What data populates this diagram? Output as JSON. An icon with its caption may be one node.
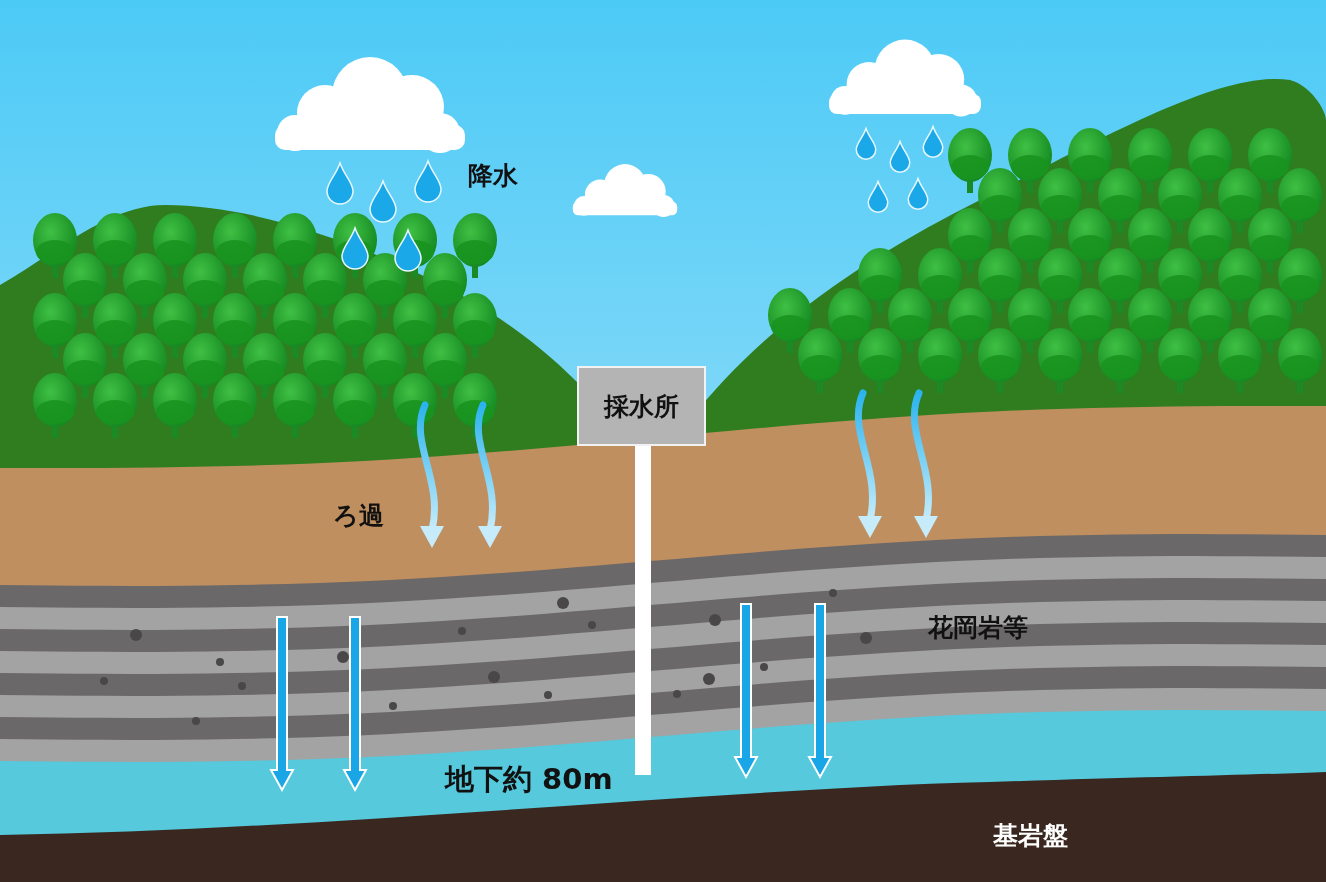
{
  "diagram": {
    "nodes": [
      {
        "text": [
          "採水所"
        ]
      }
    ],
    "labels": [
      "降水",
      "ろ過",
      "花岡岩等",
      "地下約 80m",
      "基岩盤"
    ]
  }
}
